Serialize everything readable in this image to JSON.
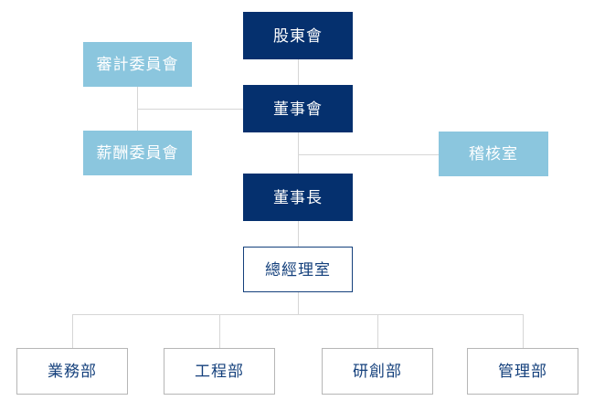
{
  "chart": {
    "type": "org-chart",
    "title": "",
    "palette": {
      "solid_dark": "#05306e",
      "solid_light": "#8bc6de",
      "outline_dark_border": "#14407c",
      "outline_grey_border": "#b6b6b6",
      "text_on_fill": "#ffffff",
      "text_navy": "#14407c",
      "connector": "#d6d6d6",
      "background": "#ffffff"
    },
    "nodes": {
      "shareholders": "股東會",
      "board": "董事會",
      "audit_committee": "審計委員會",
      "compensation_committee": "薪酬委員會",
      "chairman": "董事長",
      "audit_office": "稽核室",
      "president_office": "總經理室"
    },
    "departments": [
      {
        "label": "業務部"
      },
      {
        "label": "工程部"
      },
      {
        "label": "研創部"
      },
      {
        "label": "管理部"
      }
    ]
  }
}
